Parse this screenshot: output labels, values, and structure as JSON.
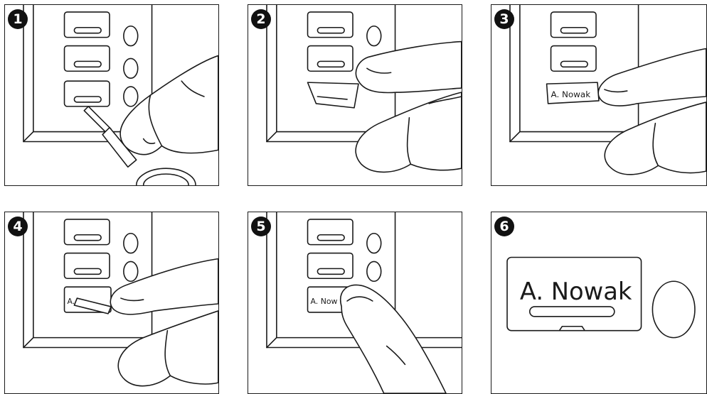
{
  "steps": [
    {
      "number": "1",
      "nameplate_text": ""
    },
    {
      "number": "2",
      "nameplate_text": ""
    },
    {
      "number": "3",
      "nameplate_text": "A. Nowak"
    },
    {
      "number": "4",
      "nameplate_text": "A."
    },
    {
      "number": "5",
      "nameplate_text": "A. Now"
    },
    {
      "number": "6",
      "nameplate_text": "A. Nowak"
    }
  ],
  "colors": {
    "line": "#1a1a1a",
    "badge": "#111111",
    "background": "#ffffff"
  }
}
